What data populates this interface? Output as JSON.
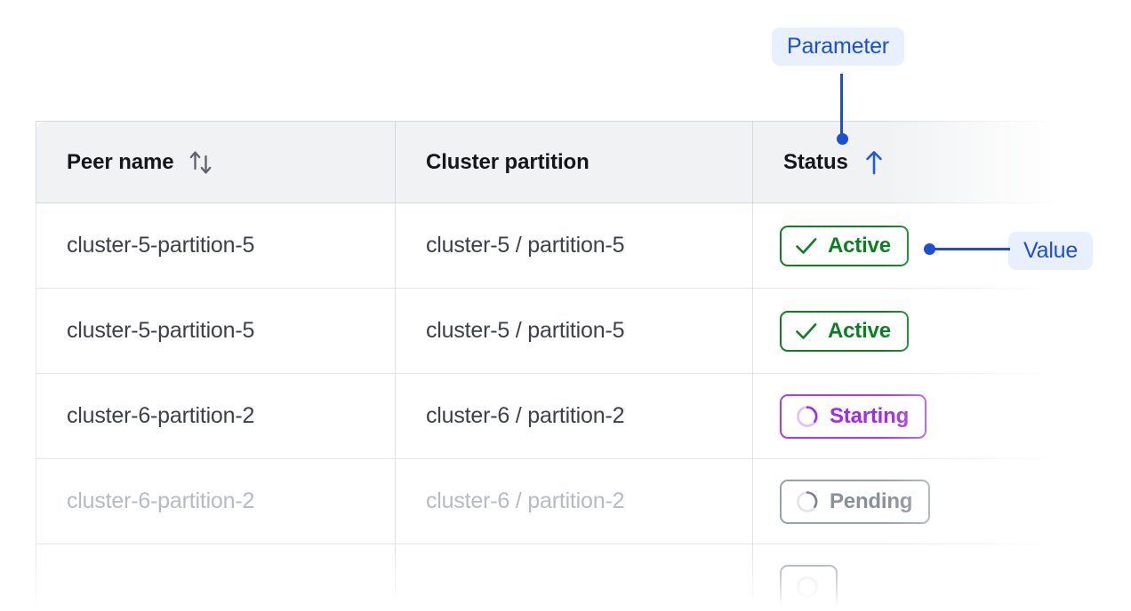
{
  "table": {
    "columns": [
      {
        "id": "peer-name",
        "label": "Peer name",
        "sort_icon": "sort-both-icon",
        "sort_state": "none"
      },
      {
        "id": "cluster-partition",
        "label": "Cluster partition",
        "sort_icon": null,
        "sort_state": "none"
      },
      {
        "id": "status",
        "label": "Status",
        "sort_icon": "sort-ascending-icon",
        "sort_state": "ascending"
      }
    ],
    "rows": [
      {
        "peer_name": "cluster-5-partition-5",
        "cluster_partition": "cluster-5 / partition-5",
        "status": {
          "label": "Active",
          "icon": "check-icon",
          "variant": "active"
        },
        "faded": false
      },
      {
        "peer_name": "cluster-5-partition-5",
        "cluster_partition": "cluster-5 / partition-5",
        "status": {
          "label": "Active",
          "icon": "check-icon",
          "variant": "active"
        },
        "faded": false
      },
      {
        "peer_name": "cluster-6-partition-2",
        "cluster_partition": "cluster-6 / partition-2",
        "status": {
          "label": "Starting",
          "icon": "spinner-icon",
          "variant": "starting"
        },
        "faded": false
      },
      {
        "peer_name": "cluster-6-partition-2",
        "cluster_partition": "cluster-6 / partition-2",
        "status": {
          "label": "Pending",
          "icon": "spinner-icon",
          "variant": "pending"
        },
        "faded": true
      }
    ]
  },
  "annotations": [
    {
      "id": "parameter",
      "label": "Parameter",
      "points_to": "status-column-header"
    },
    {
      "id": "value",
      "label": "Value",
      "points_to": "status-chip-row-1"
    }
  ],
  "colors": {
    "annotation_text": "#1b4fd8",
    "annotation_background": "#e8f0fe",
    "header_background": "#f1f2f4",
    "status_active": "#0a8021",
    "status_starting": "#a229ef",
    "status_pending": "#8a9099",
    "text_primary": "#3c4048",
    "text_muted": "#b6bac2",
    "border": "#e3e5ea"
  }
}
